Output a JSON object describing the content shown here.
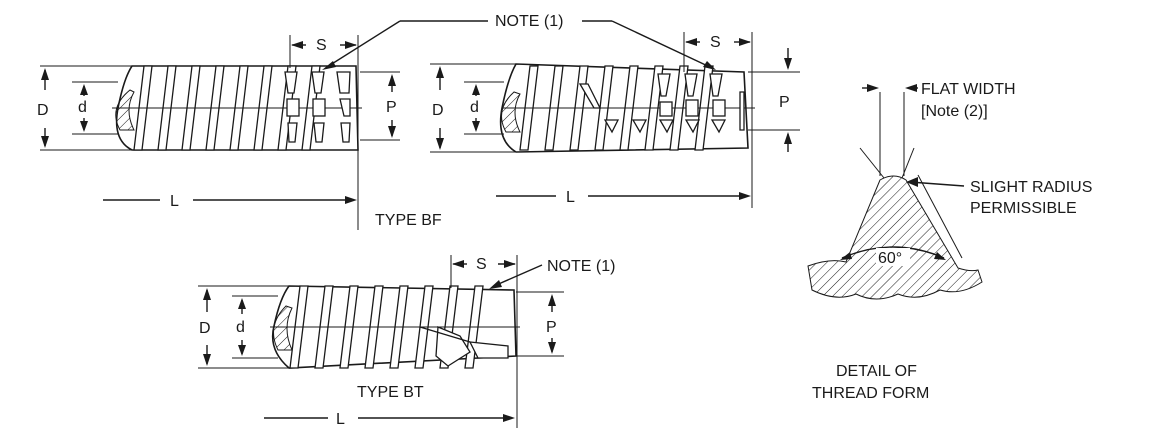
{
  "labels": {
    "note1": "NOTE (1)",
    "s": "S",
    "d_major": "D",
    "d_minor": "d",
    "p": "P",
    "l": "L",
    "type_bf": "TYPE BF",
    "type_bt": "TYPE BT",
    "flat_width_line1": "FLAT WIDTH",
    "flat_width_line2": "[Note (2)]",
    "slight_radius_line1": "SLIGHT RADIUS",
    "slight_radius_line2": "PERMISSIBLE",
    "angle": "60°",
    "detail_line1": "DETAIL OF",
    "detail_line2": "THREAD FORM"
  },
  "colors": {
    "ink": "#1a1a1a",
    "paper": "#ffffff"
  }
}
